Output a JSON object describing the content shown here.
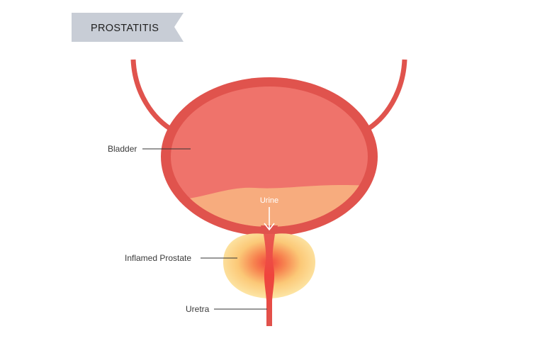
{
  "title": "PROSTATITIS",
  "labels": {
    "bladder": "Bladder",
    "urine": "Urine",
    "prostate": "Inflamed Prostate",
    "urethra": "Uretra"
  },
  "colors": {
    "banner": "#c8cdd6",
    "bladder_wall": "#e0534d",
    "bladder_fill": "#ef736b",
    "urine": "#f7ac7e",
    "prostate_outer": "#fde6a6",
    "prostate_inflamed": "#f2463f",
    "urethra": "#e0534d"
  }
}
